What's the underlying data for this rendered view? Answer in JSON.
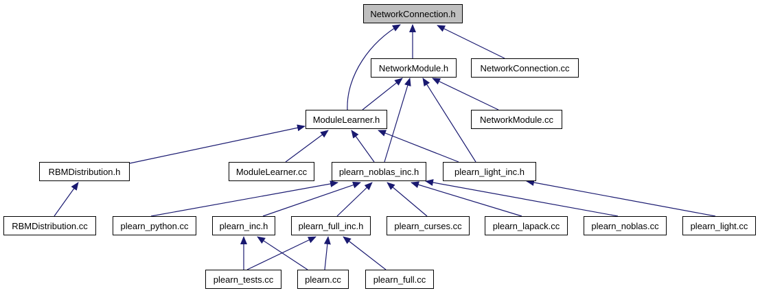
{
  "colors": {
    "edge": "#191970",
    "root_fill": "#bfbfbf",
    "node_fill": "#ffffff",
    "border": "#000000"
  },
  "nodes": {
    "network_connection_h": "NetworkConnection.h",
    "network_module_h": "NetworkModule.h",
    "network_connection_cc": "NetworkConnection.cc",
    "module_learner_h": "ModuleLearner.h",
    "network_module_cc": "NetworkModule.cc",
    "rbm_distribution_h": "RBMDistribution.h",
    "module_learner_cc": "ModuleLearner.cc",
    "plearn_noblas_inc_h": "plearn_noblas_inc.h",
    "plearn_light_inc_h": "plearn_light_inc.h",
    "rbm_distribution_cc": "RBMDistribution.cc",
    "plearn_python_cc": "plearn_python.cc",
    "plearn_inc_h": "plearn_inc.h",
    "plearn_full_inc_h": "plearn_full_inc.h",
    "plearn_curses_cc": "plearn_curses.cc",
    "plearn_lapack_cc": "plearn_lapack.cc",
    "plearn_noblas_cc": "plearn_noblas.cc",
    "plearn_light_cc": "plearn_light.cc",
    "plearn_tests_cc": "plearn_tests.cc",
    "plearn_cc": "plearn.cc",
    "plearn_full_cc": "plearn_full.cc"
  }
}
